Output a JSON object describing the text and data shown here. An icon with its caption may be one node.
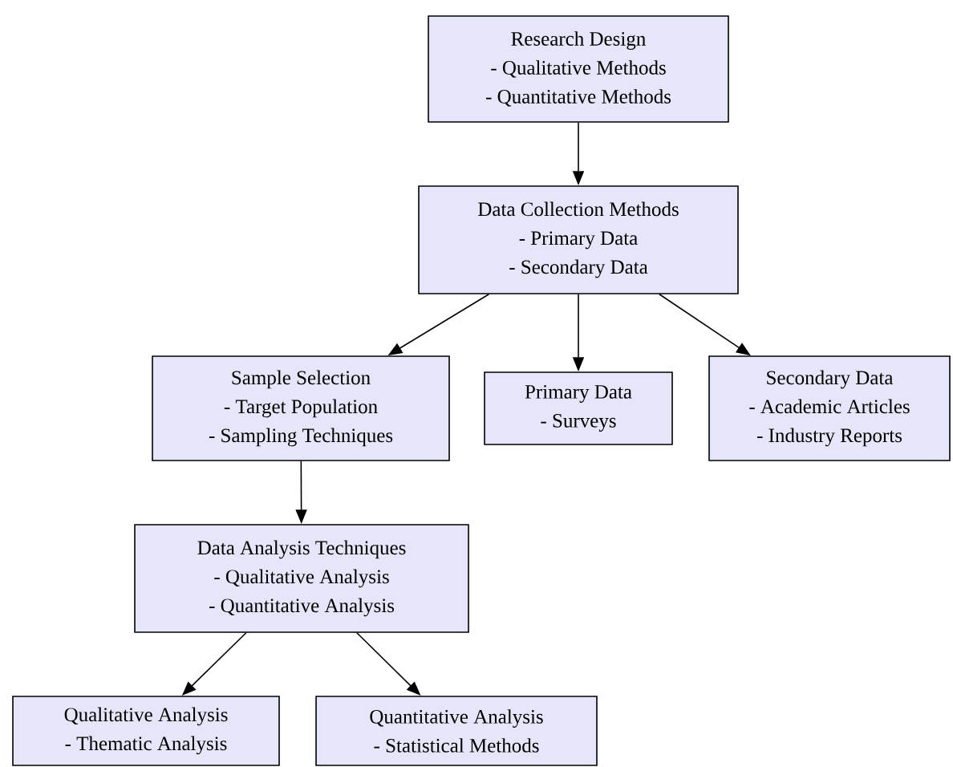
{
  "diagram": {
    "nodes": [
      {
        "text": [
          "Research Design",
          "- Qualitative Methods",
          "- Quantitative Methods"
        ]
      },
      {
        "text": [
          "Data Collection Methods",
          "- Primary Data",
          "- Secondary Data"
        ]
      },
      {
        "text": [
          "Sample Selection",
          "- Target Population",
          "- Sampling Techniques"
        ]
      },
      {
        "text": [
          "Primary Data",
          "- Surveys"
        ]
      },
      {
        "text": [
          "Secondary Data",
          "- Academic Articles",
          "- Industry Reports"
        ]
      },
      {
        "text": [
          "Data Analysis Techniques",
          "- Qualitative Analysis",
          "- Quantitative Analysis"
        ]
      },
      {
        "text": [
          "Qualitative Analysis",
          "- Thematic Analysis"
        ]
      },
      {
        "text": [
          "Quantitative Analysis",
          "- Statistical Methods"
        ]
      }
    ],
    "edges": [
      {
        "from": 0,
        "to": 1,
        "arrow": "to"
      },
      {
        "from": 1,
        "to": 2,
        "arrow": "to"
      },
      {
        "from": 1,
        "to": 3,
        "arrow": "to"
      },
      {
        "from": 1,
        "to": 4,
        "arrow": "to"
      },
      {
        "from": 2,
        "to": 5,
        "arrow": "to"
      },
      {
        "from": 5,
        "to": 6,
        "arrow": "to"
      },
      {
        "from": 5,
        "to": 7,
        "arrow": "to"
      }
    ]
  }
}
